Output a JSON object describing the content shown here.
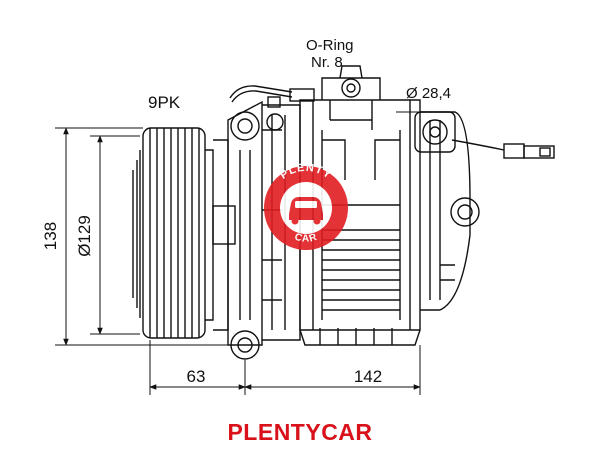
{
  "labels": {
    "pulley_grooves": "9PK",
    "oring_line1": "O-Ring",
    "oring_line2": "Nr. 8",
    "port_diameter": "Ø 28,4",
    "height": "138",
    "pulley_diameter": "Ø129",
    "pulley_offset": "63",
    "body_length": "142"
  },
  "watermark": {
    "top_text": "PLENTY",
    "bottom_text": "CAR",
    "color": "#e11d22"
  },
  "brand": {
    "name": "PLENTYCAR",
    "color": "#d8111b"
  }
}
